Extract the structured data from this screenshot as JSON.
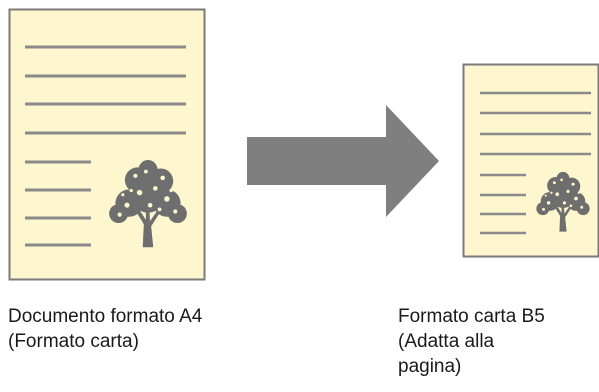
{
  "colors": {
    "paper_fill": "#fdf6cf",
    "paper_border": "#7a7a7a",
    "text_lines": "#8a8a8a",
    "arrow": "#7f7f7f",
    "tree": "#6e6e6e"
  },
  "icons": {
    "source_illustration": "tree-icon",
    "target_illustration": "tree-icon",
    "transition": "arrow-right-icon"
  },
  "source_document": {
    "caption_line1": "Documento formato A4",
    "caption_line2": "(Formato carta)"
  },
  "target_document": {
    "caption_line1": "Formato carta B5",
    "caption_line2": "(Adatta alla",
    "caption_line3": "pagina)"
  }
}
